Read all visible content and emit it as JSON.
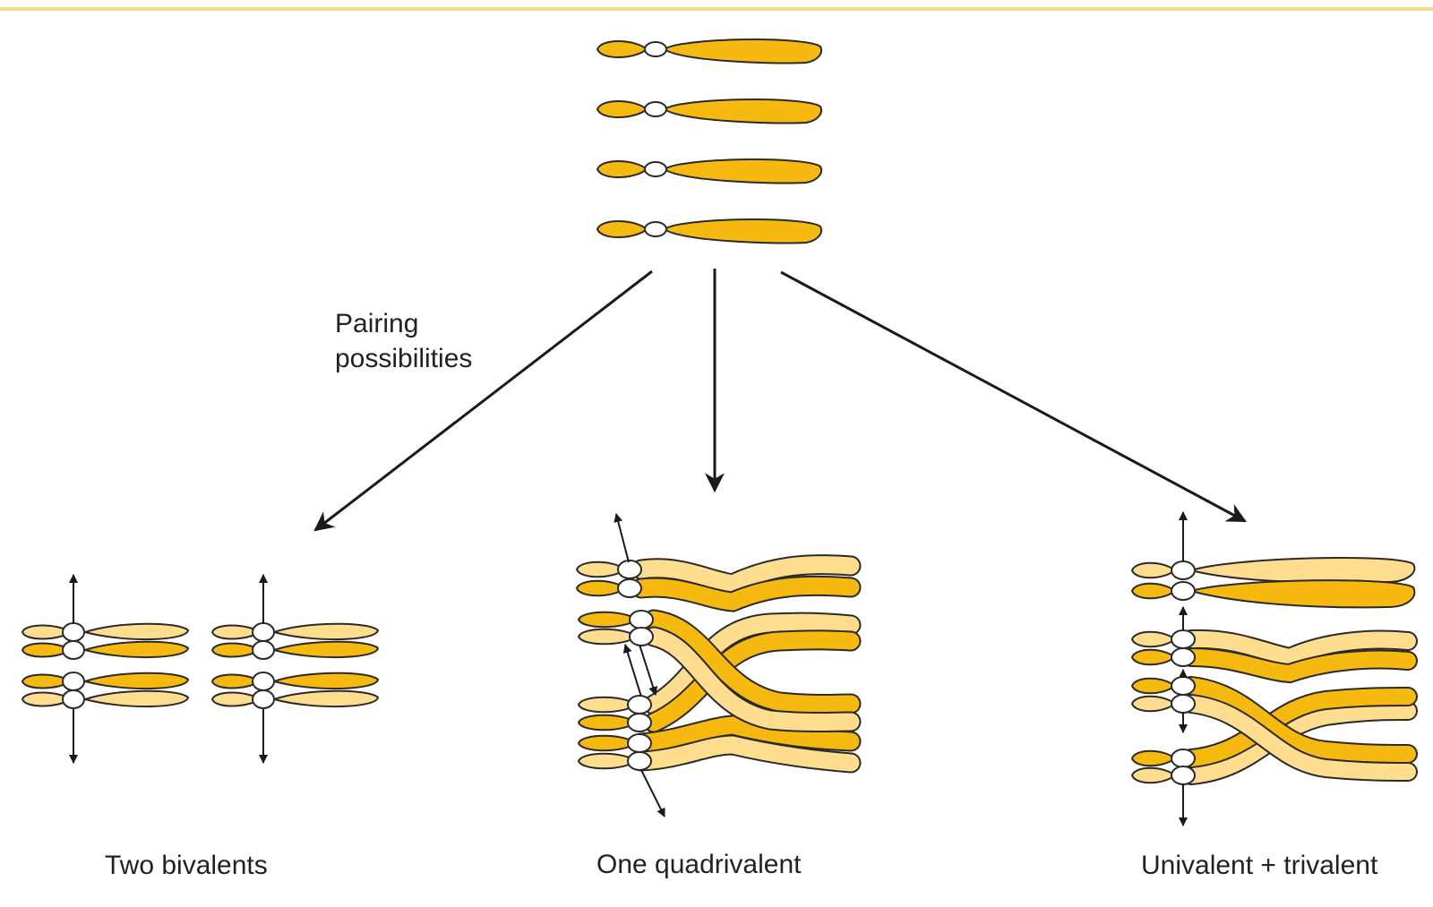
{
  "labels": {
    "pairing_line1": "Pairing",
    "pairing_line2": "possibilities",
    "two_bivalents": "Two bivalents",
    "one_quadrivalent": "One quadrivalent",
    "univalent_trivalent": "Univalent + trivalent"
  },
  "colors": {
    "chromatid_dark": "#f5b90f",
    "chromatid_light": "#fedd8e",
    "outline": "#2a2a2a",
    "top_rule": "#f3d98c",
    "arrow": "#1a1a1a"
  }
}
